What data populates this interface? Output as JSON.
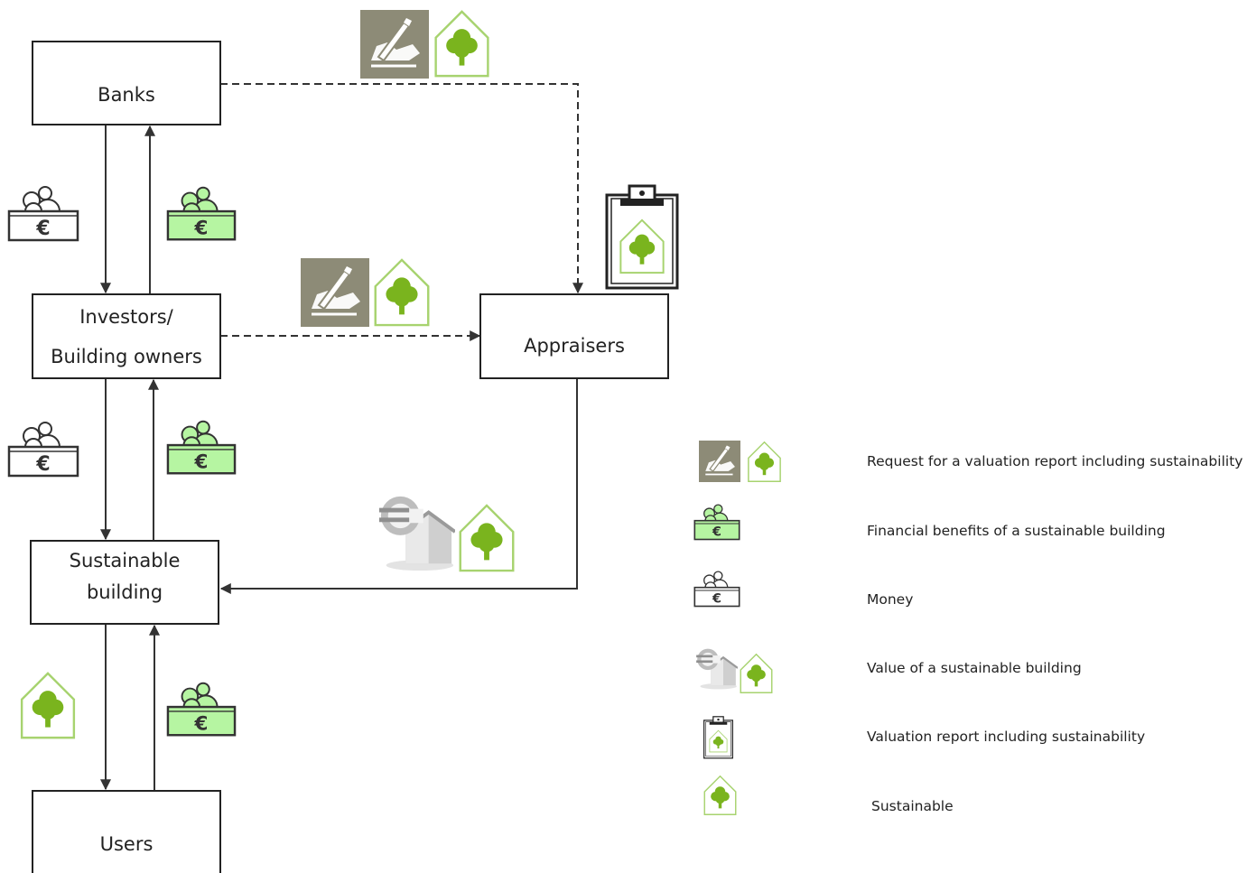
{
  "nodes": {
    "banks": "Banks",
    "investors_line1": "Investors/",
    "investors_line2": "Building owners",
    "appraisers": "Appraisers",
    "sustainable_line1": "Sustainable",
    "sustainable_line2": "building",
    "users": "Users"
  },
  "legend": [
    {
      "icon": "request-valuation-report-icon",
      "label": "Request for a valuation report including sustainability"
    },
    {
      "icon": "financial-benefits-icon",
      "label": "Financial benefits of a sustainable building"
    },
    {
      "icon": "money-icon",
      "label": "Money"
    },
    {
      "icon": "building-value-icon",
      "label": "Value of a sustainable building"
    },
    {
      "icon": "valuation-report-icon",
      "label": "Valuation report including sustainability"
    },
    {
      "icon": "sustainable-icon",
      "label": "Sustainable"
    }
  ],
  "colors": {
    "green_fill": "#b6f5a2",
    "green_line": "#a7d36f",
    "tree": "#7ab41e",
    "gray_box": "#8d8b77",
    "line": "#333333"
  }
}
